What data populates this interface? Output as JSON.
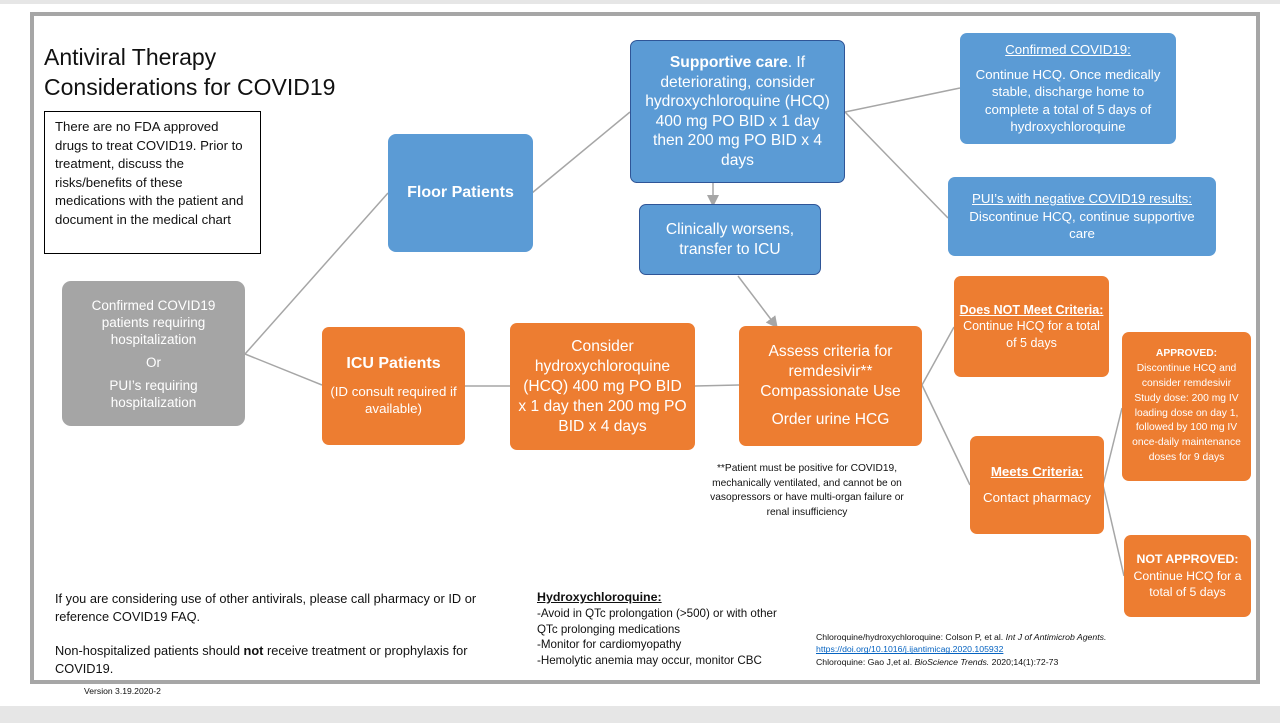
{
  "title": {
    "line1": "Antiviral Therapy",
    "line2": "Considerations for COVID19"
  },
  "notice": "There are no FDA approved drugs to treat COVID19. Prior to treatment, discuss the risks/benefits of these medications with the patient and document in the medical chart",
  "start_box": {
    "line1": "Confirmed COVID19 patients requiring hospitalization",
    "or": "Or",
    "line2": "PUI’s requiring hospitalization"
  },
  "floor_box": "Floor Patients",
  "icu_box": {
    "title": "ICU Patients",
    "sub": "(ID consult required if available)"
  },
  "supportive_box": {
    "bold": "Supportive care",
    "rest": ". If deteriorating, consider hydroxychloroquine (HCQ) 400 mg PO BID x 1 day then 200 mg PO BID x 4 days"
  },
  "worsens_box": "Clinically worsens, transfer to ICU",
  "consider_box": "Consider hydroxychloroquine (HCQ) 400 mg PO BID x 1 day then 200 mg PO BID x 4 days",
  "assess_box": {
    "line1": "Assess criteria for remdesivir** Compassionate Use",
    "line2": "Order urine HCG"
  },
  "confirmed_box": {
    "heading": "Confirmed COVID19:",
    "body": "Continue HCQ. Once medically stable, discharge home to complete a total of 5 days of hydroxychloroquine"
  },
  "pui_box": {
    "heading": "PUI’s with negative COVID19 results:",
    "body": "Discontinue HCQ, continue supportive care"
  },
  "not_meet_box": {
    "heading": "Does NOT Meet Criteria:",
    "body": "Continue HCQ for a total of 5 days"
  },
  "meets_box": {
    "heading": "Meets Criteria:",
    "body": "Contact pharmacy"
  },
  "approved_box": {
    "heading": "APPROVED:",
    "body": "Discontinue HCQ and consider remdesivir Study dose: 200 mg IV loading dose on day 1, followed by 100 mg IV once-daily maintenance doses for 9 days"
  },
  "not_approved_box": {
    "heading": "NOT APPROVED:",
    "body": "Continue HCQ for a total of 5 days"
  },
  "footnote": "**Patient must be positive for COVID19, mechanically ventilated, and cannot be on vasopressors or have multi-organ failure or renal insufficiency",
  "footer_left": {
    "p1": "If you are considering use of other antivirals, please call pharmacy or ID or reference COVID19 FAQ.",
    "p2_pre": "Non-hospitalized patients should ",
    "p2_bold": "not",
    "p2_post": " receive treatment or prophylaxis for COVID19."
  },
  "hcq": {
    "heading": "Hydroxychloroquine:",
    "items": [
      "-Avoid in QTc prolongation (>500) or with other QTc prolonging medications",
      "-Monitor for cardiomyopathy",
      "-Hemolytic anemia may occur, monitor CBC"
    ]
  },
  "refs": {
    "r1_pre": "Chloroquine/hydroxychloroquine: Colson P, et al. ",
    "r1_journal": "Int J of Antimicrob Agents.",
    "r1_link": "https://doi.org/10.1016/j.ijantimicag.2020.105932",
    "r2_pre": "Chloroquine: Gao J,et al. ",
    "r2_journal": "BioScience Trends.",
    "r2_post": " 2020;14(1):72-73"
  },
  "version": "Version 3.19.2020-2",
  "colors": {
    "blue": "#5b9bd5",
    "orange": "#ed7d31",
    "gray": "#a5a5a5",
    "frame": "#a6a6a6"
  }
}
